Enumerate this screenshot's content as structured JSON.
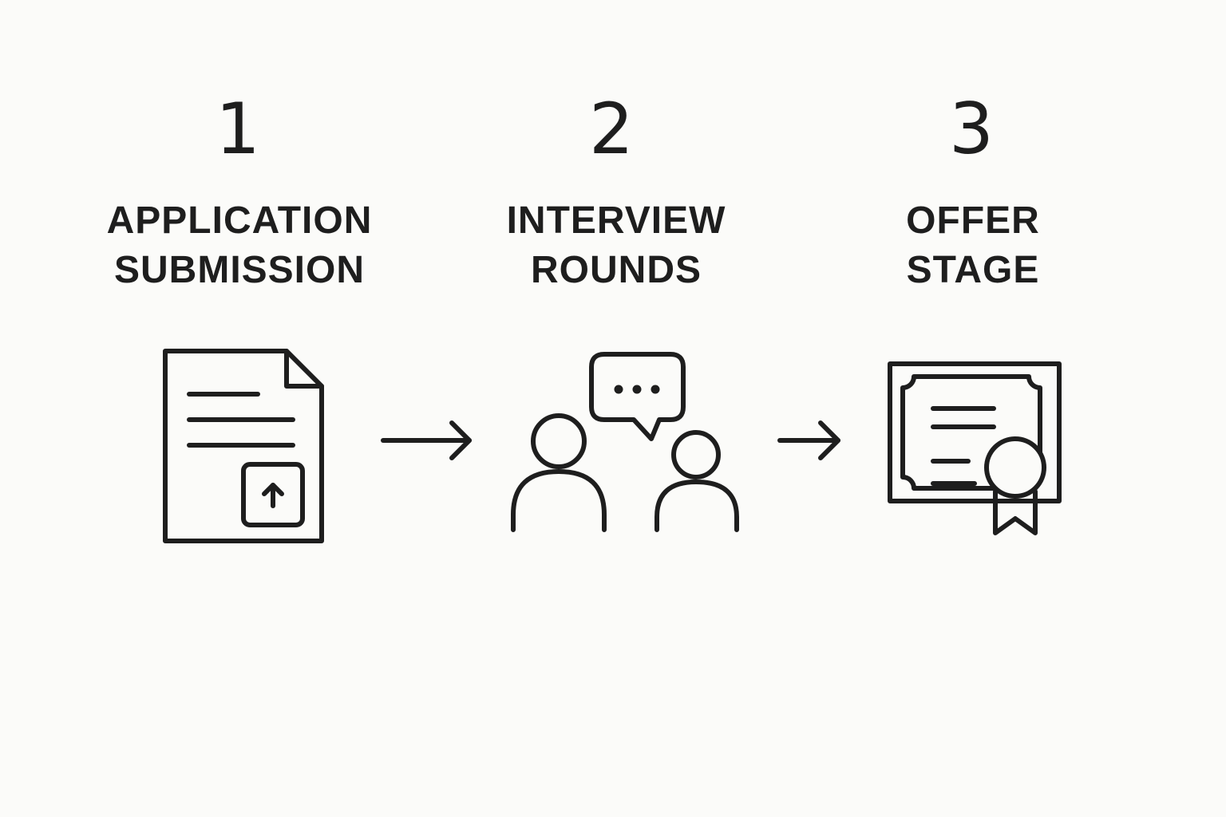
{
  "steps": [
    {
      "number": "1",
      "title_line1": "APPLICATION",
      "title_line2": "SUBMISSION",
      "icon": "document-upload-icon"
    },
    {
      "number": "2",
      "title_line1": "INTERVIEW",
      "title_line2": "ROUNDS",
      "icon": "people-conversation-icon"
    },
    {
      "number": "3",
      "title_line1": "OFFER",
      "title_line2": "STAGE",
      "icon": "certificate-icon"
    }
  ],
  "connectors": [
    "arrow-right-icon",
    "arrow-right-icon"
  ],
  "colors": {
    "background": "#fbfbf9",
    "ink": "#1e1e1e"
  }
}
